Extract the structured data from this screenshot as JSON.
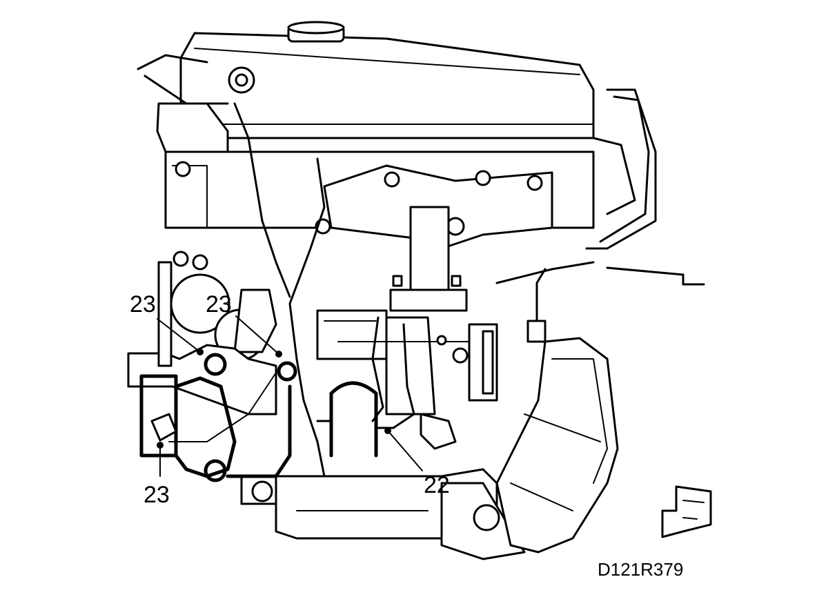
{
  "callouts": [
    {
      "id": "c1",
      "label": "23"
    },
    {
      "id": "c2",
      "label": "23"
    },
    {
      "id": "c3",
      "label": "23"
    },
    {
      "id": "c4",
      "label": "22"
    }
  ],
  "figure_ref": "D121R379"
}
